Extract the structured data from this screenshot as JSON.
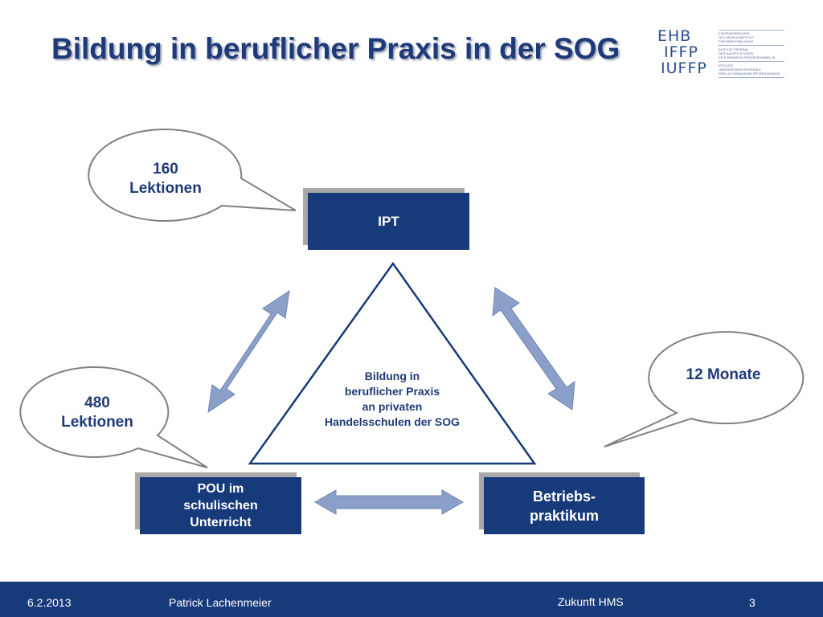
{
  "slide": {
    "title": "Bildung in beruflicher Praxis in der SOG"
  },
  "logo": {
    "lines": [
      "EHB",
      "IFFP",
      "IUFFP"
    ],
    "small_text": [
      "EIDGENÖSSISCHES",
      "HOCHSCHULINSTITUT",
      "FÜR BERUFSBILDUNG",
      "INSTITUT FEDERAL",
      "DES HAUTES ETUDES",
      "EN FORMATION PROFESSIONNELLE",
      "ISTITUTO",
      "UNIVERSITARIO FEDERALE",
      "PER LA FORMAZIONE PROFESSIONALE"
    ]
  },
  "diagram": {
    "center_text": [
      "Bildung in",
      "beruflicher Praxis",
      "an privaten",
      "Handelsschulen der SOG"
    ],
    "boxes": {
      "ipt": "IPT",
      "pou": [
        "POU im",
        "schulischen",
        "Unterricht"
      ],
      "betrieb": [
        "Betriebs-",
        "praktikum"
      ]
    },
    "bubbles": {
      "top": [
        "160",
        "Lektionen"
      ],
      "left": [
        "480",
        "Lektionen"
      ],
      "right": [
        "12 Monate"
      ]
    },
    "colors": {
      "box": "#173a7a",
      "arrow": "#8aa0c8",
      "title": "#1f3a78",
      "bubble_stroke": "#808080"
    }
  },
  "footer": {
    "date": "6.2.2013",
    "author": "Patrick Lachenmeier",
    "topic": "Zukunft HMS",
    "page": "3"
  }
}
